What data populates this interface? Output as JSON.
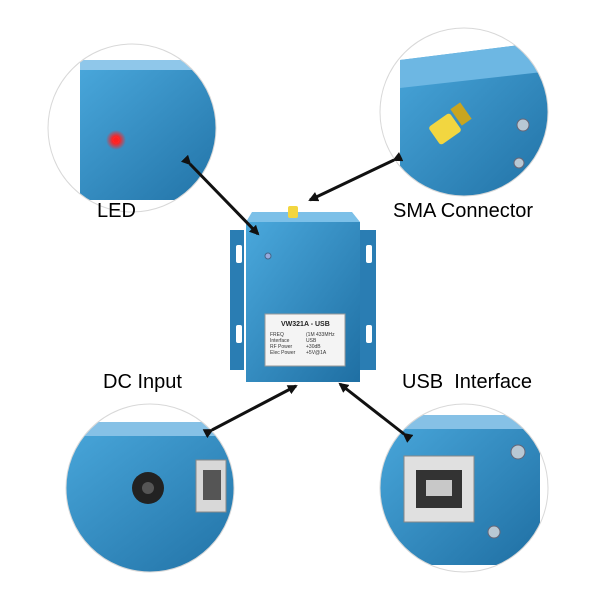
{
  "labels": {
    "led": "LED",
    "sma": "SMA Connector",
    "dc": "DC Input",
    "usb": "USB  Interface"
  },
  "device": {
    "model": "VW321A - USB",
    "specs": [
      {
        "key": "FREQ",
        "value": "(1M 433MHz"
      },
      {
        "key": "Interface",
        "value": "USB"
      },
      {
        "key": "RF Power",
        "value": "+30dB"
      },
      {
        "key": "Elec Power",
        "value": "+5V@1A"
      }
    ]
  },
  "colors": {
    "body": "#2f8ec6",
    "body_dark": "#1f6fa3",
    "antenna": "#e8c93a",
    "led": "#ff2020"
  }
}
